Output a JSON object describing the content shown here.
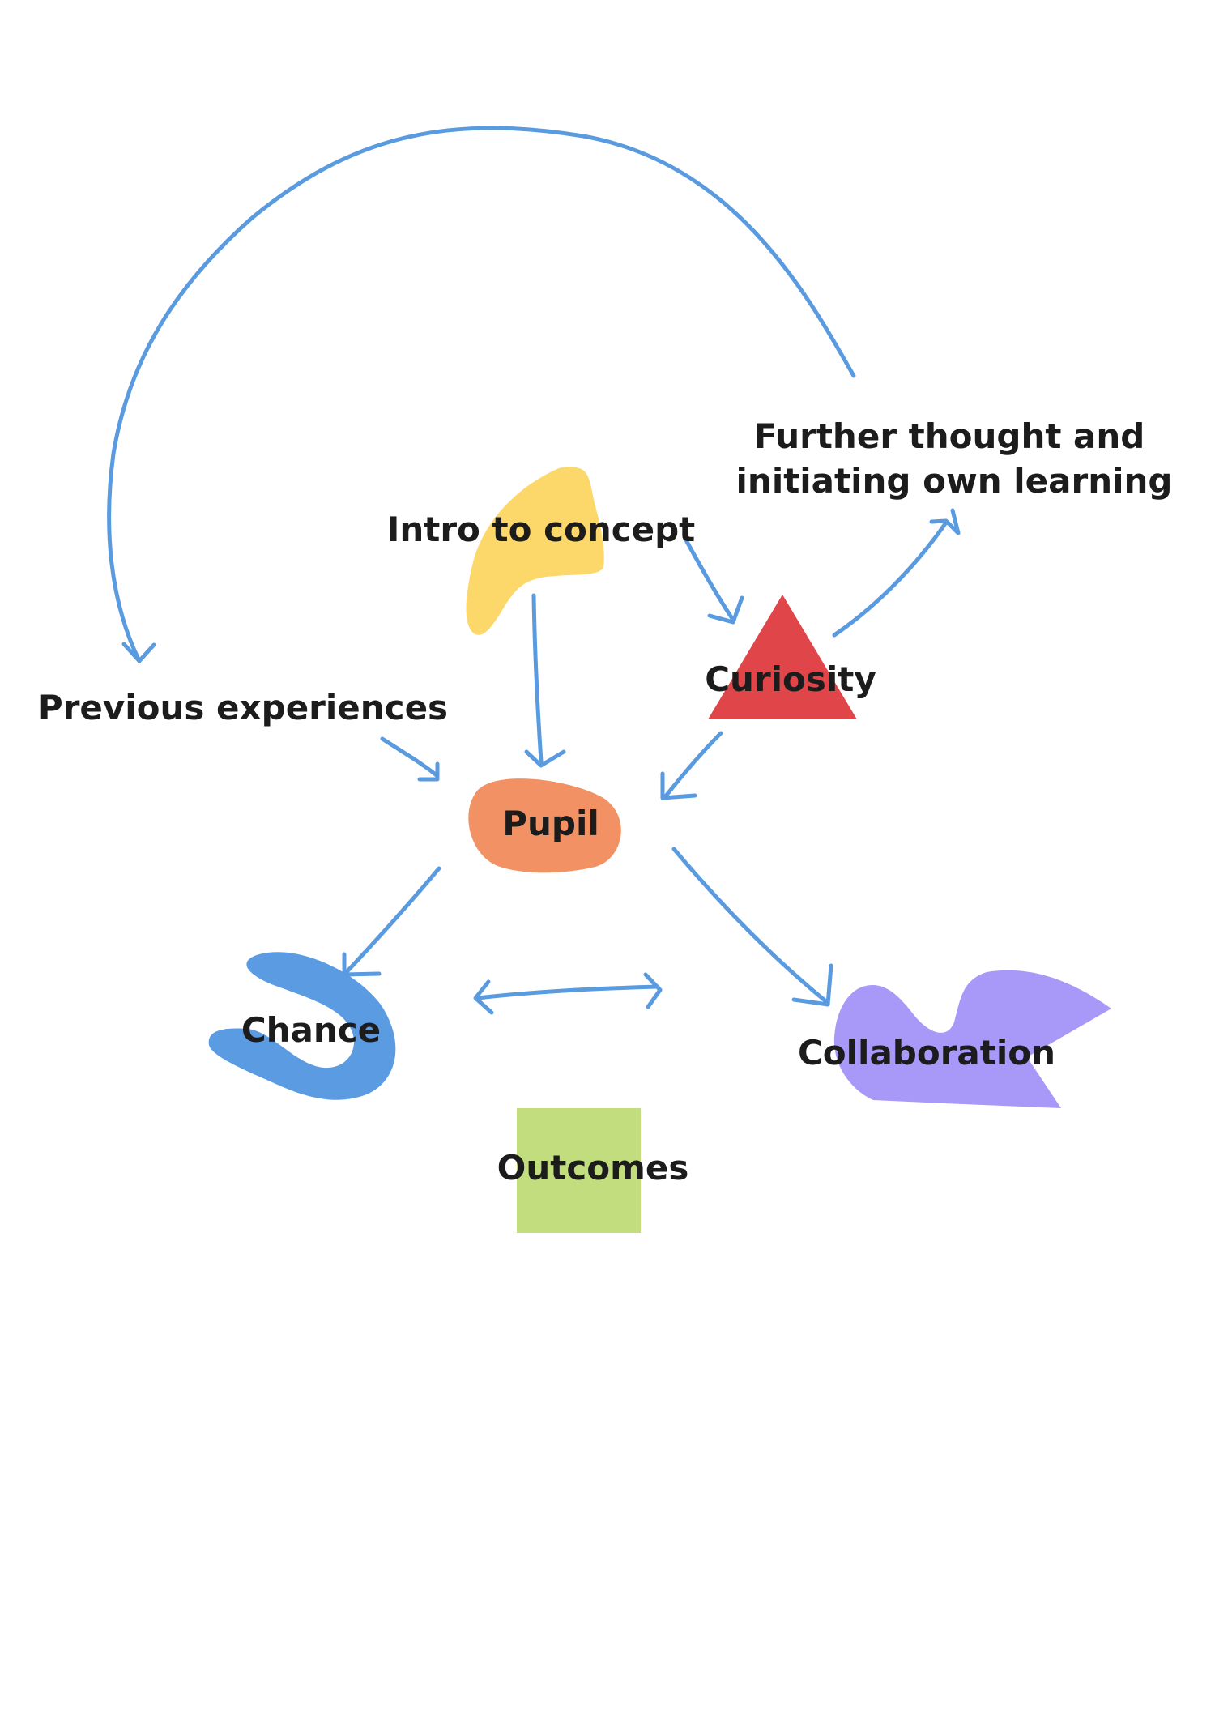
{
  "colors": {
    "arrow": "#5a9be0",
    "intro_shape": "#fcd76a",
    "curiosity_shape": "#e0454a",
    "pupil_shape": "#f29264",
    "chance_shape": "#5b9be2",
    "collaboration_shape": "#a898f7",
    "outcomes_shape": "#c1dd7d",
    "text": "#1c1c1c"
  },
  "nodes": {
    "further": {
      "label_line1": "Further thought and",
      "label_line2": "initiating own learning"
    },
    "intro": {
      "label": "Intro to concept"
    },
    "curiosity": {
      "label": "Curiosity"
    },
    "previous": {
      "label": "Previous experiences"
    },
    "pupil": {
      "label": "Pupil"
    },
    "chance": {
      "label": "Chance"
    },
    "collaboration": {
      "label": "Collaboration"
    },
    "outcomes": {
      "label": "Outcomes"
    }
  },
  "edges": [
    {
      "from": "Further thought and initiating own learning",
      "to": "Previous experiences"
    },
    {
      "from": "Intro to concept",
      "to": "Curiosity"
    },
    {
      "from": "Intro to concept",
      "to": "Pupil"
    },
    {
      "from": "Curiosity",
      "to": "Further thought and initiating own learning"
    },
    {
      "from": "Curiosity",
      "to": "Pupil"
    },
    {
      "from": "Previous experiences",
      "to": "Pupil"
    },
    {
      "from": "Pupil",
      "to": "Chance"
    },
    {
      "from": "Pupil",
      "to": "Collaboration"
    },
    {
      "from": "Chance",
      "to": "Collaboration",
      "bidirectional": true
    }
  ]
}
